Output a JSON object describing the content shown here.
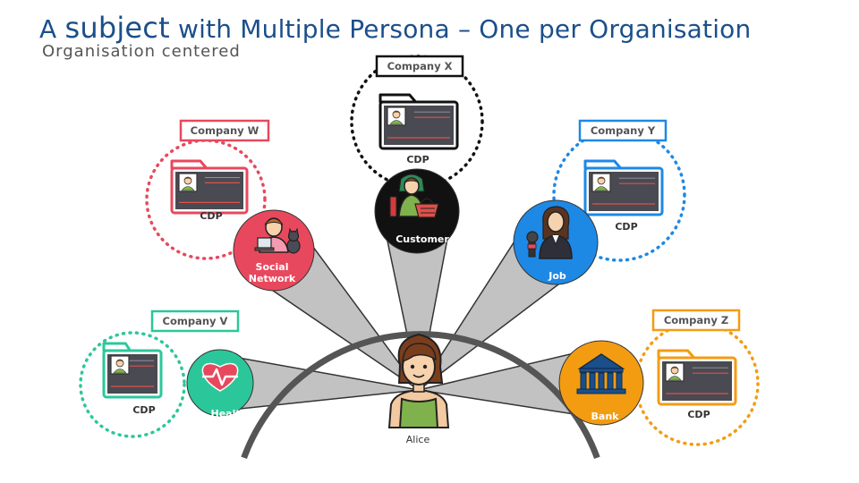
{
  "header": {
    "title_pre": "A",
    "title_emphasis": "subject",
    "title_post": "with Multiple Persona – One per Organisation",
    "subtitle": "Organisation centered"
  },
  "center": {
    "name": "Alice"
  },
  "personas": [
    {
      "id": "health",
      "label_lines": [
        "Health"
      ],
      "company": "Company V",
      "cdp": "CDP",
      "color": "#2bc79a",
      "icon": "heart-icon"
    },
    {
      "id": "social",
      "label_lines": [
        "Social",
        "Network"
      ],
      "company": "Company W",
      "cdp": "CDP",
      "color": "#e8485d",
      "icon": "person-laptop-icon"
    },
    {
      "id": "customer",
      "label_lines": [
        "Customer"
      ],
      "company": "Company X",
      "cdp": "CDP",
      "color": "#111111",
      "icon": "shopping-basket-icon"
    },
    {
      "id": "job",
      "label_lines": [
        "Job"
      ],
      "company": "Company Y",
      "cdp": "CDP",
      "color": "#1e88e5",
      "icon": "reporter-icon"
    },
    {
      "id": "bank",
      "label_lines": [
        "Bank"
      ],
      "company": "Company Z",
      "cdp": "CDP",
      "color": "#f39c12",
      "icon": "bank-icon"
    }
  ],
  "colors": {
    "health": "#2bc79a",
    "social": "#e8485d",
    "customer": "#111111",
    "job": "#1e88e5",
    "bank": "#f39c12",
    "arc": "#555555",
    "beam": "#c2c2c2",
    "title": "#1b4f8a"
  }
}
